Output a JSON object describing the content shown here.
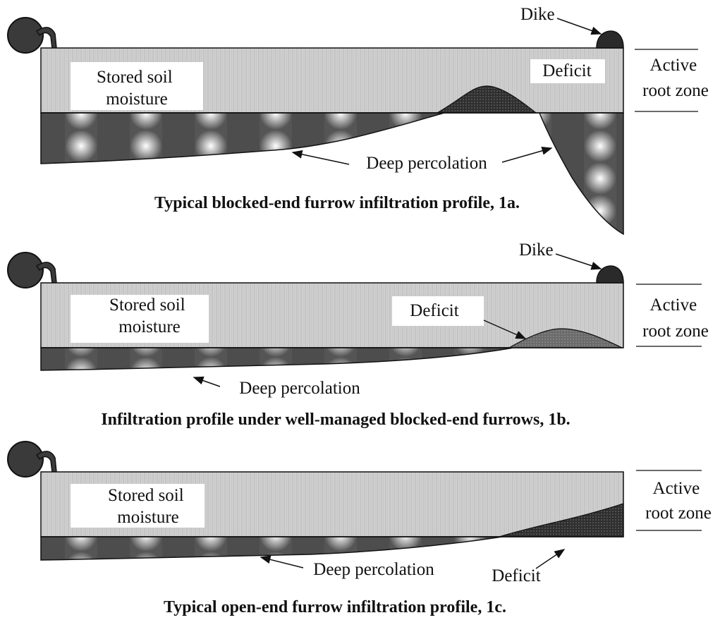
{
  "panels": [
    {
      "stored_soil_moisture": [
        "Stored soil",
        "moisture"
      ],
      "deficit": "Deficit",
      "deep_percolation": "Deep percolation",
      "dike": "Dike",
      "active_root_zone": [
        "Active",
        "root zone"
      ],
      "caption": "Typical blocked-end furrow infiltration profile, 1a."
    },
    {
      "stored_soil_moisture": [
        "Stored soil",
        "moisture"
      ],
      "deficit": "Deficit",
      "deep_percolation": "Deep percolation",
      "dike": "Dike",
      "active_root_zone": [
        "Active",
        "root zone"
      ],
      "caption": "Infiltration profile under well-managed blocked-end furrows, 1b."
    },
    {
      "stored_soil_moisture": [
        "Stored soil",
        "moisture"
      ],
      "deficit": "Deficit",
      "deep_percolation": "Deep percolation",
      "active_root_zone": [
        "Active",
        "root zone"
      ],
      "caption": "Typical open-end furrow infiltration profile, 1c."
    }
  ],
  "colors": {
    "root_zone_fill": "#c9c9c9",
    "percolation_fill": "#6a6a6a",
    "deficit_fill": "#3a3a3a",
    "outline": "#111111"
  }
}
